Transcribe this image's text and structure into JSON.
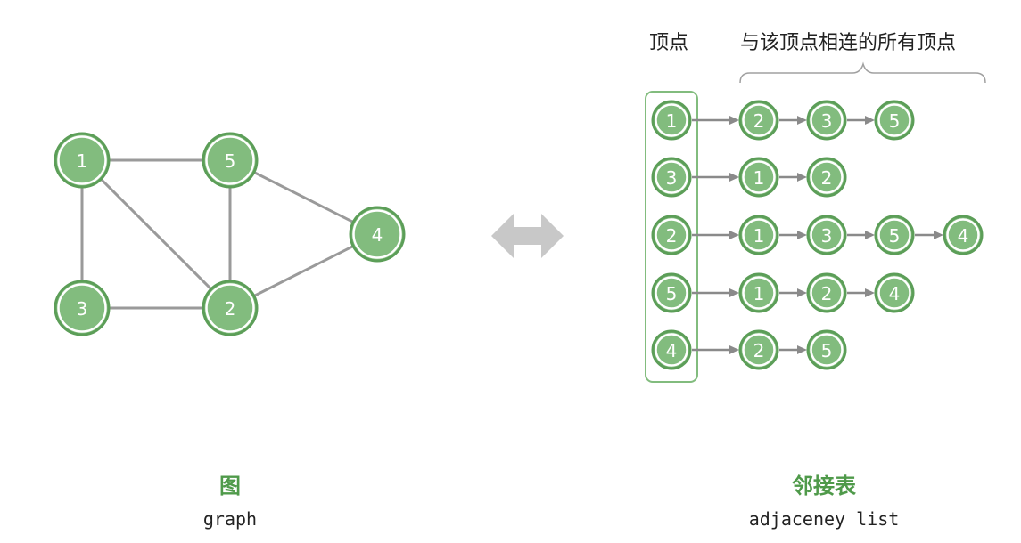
{
  "graph": {
    "nodes": [
      {
        "id": "1",
        "label": "1"
      },
      {
        "id": "5",
        "label": "5"
      },
      {
        "id": "4",
        "label": "4"
      },
      {
        "id": "3",
        "label": "3"
      },
      {
        "id": "2",
        "label": "2"
      }
    ],
    "edges": [
      [
        "1",
        "5"
      ],
      [
        "1",
        "3"
      ],
      [
        "1",
        "2"
      ],
      [
        "5",
        "2"
      ],
      [
        "5",
        "4"
      ],
      [
        "3",
        "2"
      ],
      [
        "2",
        "4"
      ]
    ],
    "caption_title": "图",
    "caption_sub": "graph"
  },
  "adjacency": {
    "header_vertex": "顶点",
    "header_neighbors": "与该顶点相连的所有顶点",
    "rows": [
      {
        "vertex": "1",
        "neighbors": [
          "2",
          "3",
          "5"
        ]
      },
      {
        "vertex": "3",
        "neighbors": [
          "1",
          "2"
        ]
      },
      {
        "vertex": "2",
        "neighbors": [
          "1",
          "3",
          "5",
          "4"
        ]
      },
      {
        "vertex": "5",
        "neighbors": [
          "1",
          "2",
          "4"
        ]
      },
      {
        "vertex": "4",
        "neighbors": [
          "2",
          "5"
        ]
      }
    ],
    "caption_title": "邻接表",
    "caption_sub": "adjaceney list"
  },
  "colors": {
    "node_fill": "#82bc7e",
    "node_stroke": "#5c9e58",
    "edge": "#9a9a9a",
    "accent_title": "#4f9a4a"
  }
}
